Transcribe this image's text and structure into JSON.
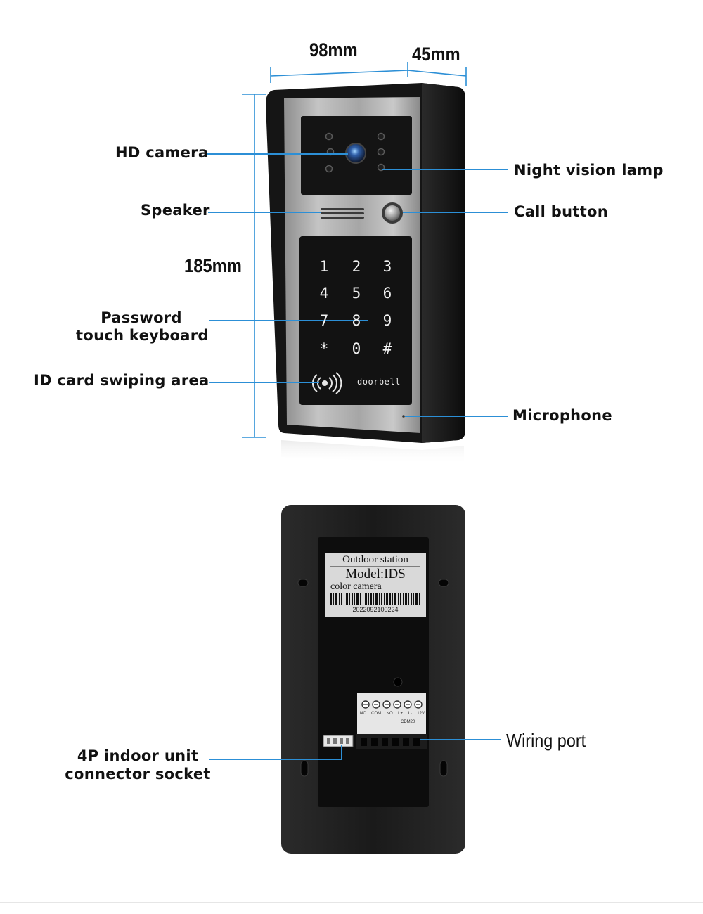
{
  "dimensions": {
    "width": "98mm",
    "depth": "45mm",
    "height": "185mm"
  },
  "front_labels": {
    "hd_camera": "HD camera",
    "speaker": "Speaker",
    "password_line1": "Password",
    "password_line2": "touch keyboard",
    "id_card": "ID card swiping area",
    "night_vision": "Night vision lamp",
    "call_button": "Call button",
    "microphone": "Microphone"
  },
  "keypad": {
    "keys": [
      "1",
      "2",
      "3",
      "4",
      "5",
      "6",
      "7",
      "8",
      "9",
      "*",
      "0",
      "#"
    ],
    "brand": "doorbell"
  },
  "back_sticker": {
    "line1": "Outdoor station",
    "line2": "Model:IDS",
    "line3": "color camera",
    "serial": "2022092100224"
  },
  "terminal_block": {
    "pins": [
      "NC",
      "COM",
      "NO",
      "L+",
      "L-",
      "12V"
    ],
    "code": "CDM20"
  },
  "back_labels": {
    "wiring_port": "Wiring port",
    "socket_line1": "4P indoor unit",
    "socket_line2": "connector socket"
  },
  "colors": {
    "callout_line": "#2c8fd6",
    "device_body": "#111111",
    "panel_silver": "#a9a9a9"
  }
}
